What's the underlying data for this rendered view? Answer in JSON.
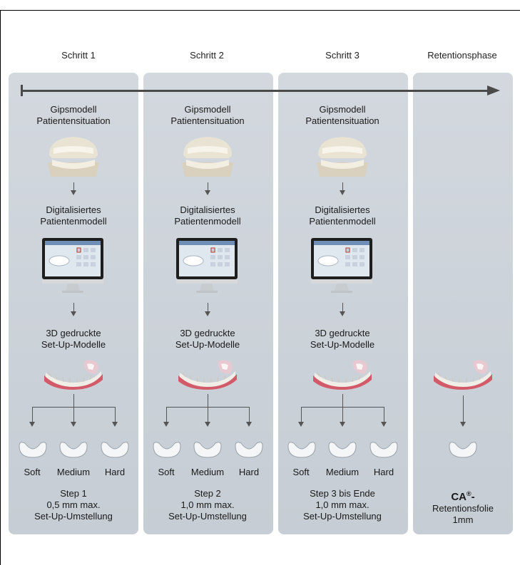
{
  "headers": [
    "Schritt 1",
    "Schritt 2",
    "Schritt 3",
    "Retentionsphase"
  ],
  "steps": [
    {
      "plaster_model_line1": "Gipsmodell",
      "plaster_model_line2": "Patientensituation",
      "digital_model_line1": "Digitalisiertes",
      "digital_model_line2": "Patientenmodell",
      "printed_line1": "3D gedruckte",
      "printed_line2": "Set-Up-Modelle",
      "foils": [
        "Soft",
        "Medium",
        "Hard"
      ],
      "desc_line1": "Step 1",
      "desc_line2": "0,5 mm max.",
      "desc_line3": "Set-Up-Umstellung"
    },
    {
      "plaster_model_line1": "Gipsmodell",
      "plaster_model_line2": "Patientensituation",
      "digital_model_line1": "Digitalisiertes",
      "digital_model_line2": "Patientenmodell",
      "printed_line1": "3D gedruckte",
      "printed_line2": "Set-Up-Modelle",
      "foils": [
        "Soft",
        "Medium",
        "Hard"
      ],
      "desc_line1": "Step 2",
      "desc_line2": "1,0 mm max.",
      "desc_line3": "Set-Up-Umstellung"
    },
    {
      "plaster_model_line1": "Gipsmodell",
      "plaster_model_line2": "Patientensituation",
      "digital_model_line1": "Digitalisiertes",
      "digital_model_line2": "Patientenmodell",
      "printed_line1": "3D gedruckte",
      "printed_line2": "Set-Up-Modelle",
      "foils": [
        "Soft",
        "Medium",
        "Hard"
      ],
      "desc_line1": "Step 3 bis Ende",
      "desc_line2": "1,0 mm max.",
      "desc_line3": "Set-Up-Umstellung"
    }
  ],
  "retention": {
    "brand": "CA",
    "brand_mark": "®",
    "brand_suffix": "-",
    "line2": "Retentionsfolie",
    "line3": "1mm"
  }
}
